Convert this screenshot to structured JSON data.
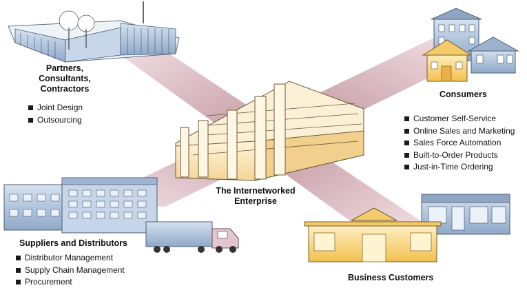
{
  "partners": {
    "title_lines": [
      "Partners,",
      "Consultants,",
      "Contractors"
    ],
    "bullets": [
      "Joint Design",
      "Outsourcing"
    ]
  },
  "consumers": {
    "title": "Consumers",
    "bullets": [
      "Customer Self-Service",
      "Online Sales and Marketing",
      "Sales Force Automation",
      "Built-to-Order Products",
      "Just-in-Time Ordering"
    ]
  },
  "enterprise": {
    "title_lines": [
      "The Internetworked",
      "Enterprise"
    ]
  },
  "suppliers": {
    "title": "Suppliers and Distributors",
    "bullets": [
      "Distributor Management",
      "Supply Chain Management",
      "Procurement"
    ]
  },
  "business": {
    "title": "Business Customers"
  },
  "colors": {
    "band": "#c89aa6",
    "enterprise_fill": "#fce4b0",
    "building_blue": "#a9c0dc",
    "store_yellow": "#f9d77b"
  },
  "icons": [
    "office-campus-icon",
    "houses-icon",
    "enterprise-building-icon",
    "factory-icon",
    "truck-icon",
    "storefront-icon",
    "shop-icon"
  ]
}
